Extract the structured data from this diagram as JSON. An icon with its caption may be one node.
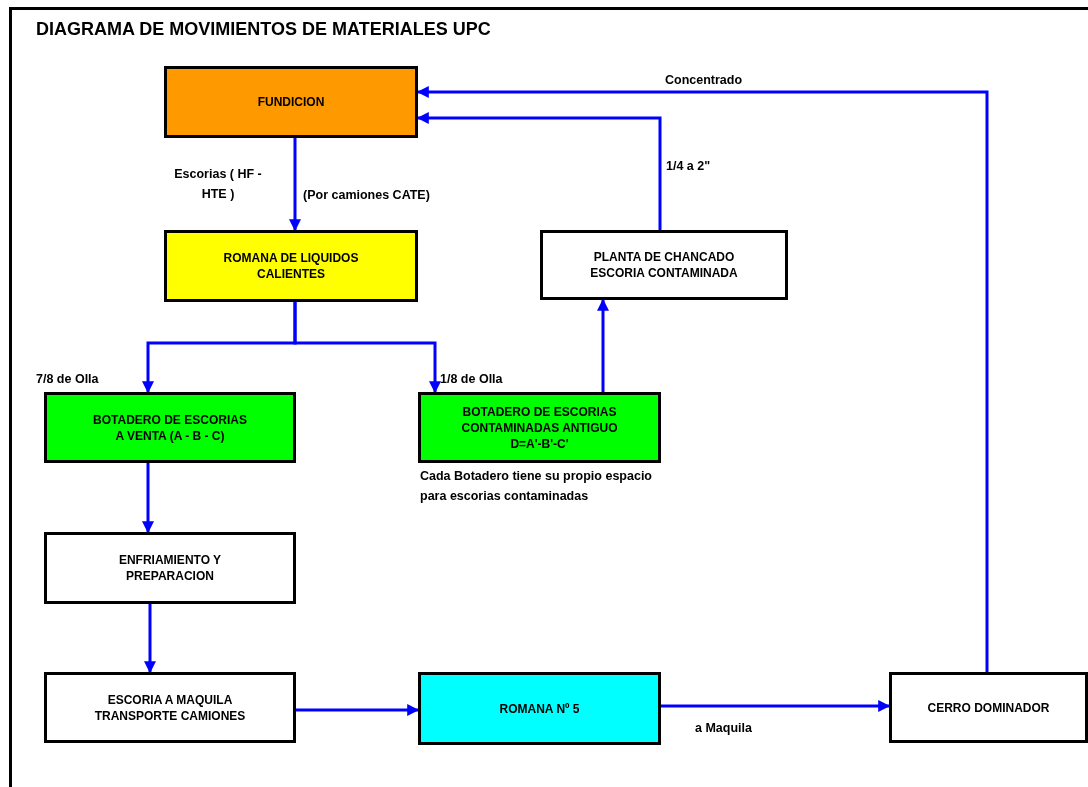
{
  "diagram": {
    "title": "DIAGRAMA DE MOVIMIENTOS DE MATERIALES UPC",
    "nodes": [
      {
        "text": [
          "FUNDICION"
        ]
      },
      {
        "text": [
          "ROMANA DE LIQUIDOS CALIENTES"
        ]
      },
      {
        "text": [
          "PLANTA DE CHANCADO ESCORIA CONTAMINADA"
        ]
      },
      {
        "text": [
          "BOTADERO DE ESCORIAS A VENTA (A - B - C)"
        ]
      },
      {
        "text": [
          "BOTADERO DE ESCORIAS CONTAMINADAS ANTIGUO D=A'-B'-C'"
        ],
        "beside": [
          "Cada Botadero tiene su propio espacio para escorias contaminadas"
        ]
      },
      {
        "text": [
          "ENFRIAMIENTO Y PREPARACION"
        ]
      },
      {
        "text": [
          "ESCORIA A MAQUILA TRANSPORTE CAMIONES"
        ]
      },
      {
        "text": [
          "ROMANA Nº 5"
        ]
      },
      {
        "text": [
          "CERRO DOMINADOR"
        ]
      }
    ],
    "edges": [
      {
        "from": 0,
        "to": 1,
        "arrow": "to",
        "label": "(Por camiones CATE)"
      },
      {
        "from": 1,
        "to": 3,
        "arrow": "to",
        "label": "7/8 de Olla"
      },
      {
        "from": 1,
        "to": 4,
        "arrow": "to",
        "label": "1/8 de Olla"
      },
      {
        "from": 4,
        "to": 2,
        "arrow": "to"
      },
      {
        "from": 2,
        "to": 0,
        "arrow": "to",
        "label": "1/4 a 2\""
      },
      {
        "from": 3,
        "to": 5,
        "arrow": "to"
      },
      {
        "from": 5,
        "to": 6,
        "arrow": "to"
      },
      {
        "from": 6,
        "to": 7,
        "arrow": "to"
      },
      {
        "from": 7,
        "to": 8,
        "arrow": "to",
        "label": "a Maquila"
      },
      {
        "from": 8,
        "to": 0,
        "arrow": "to",
        "label": "Concentrado"
      }
    ],
    "labels": [
      "Escorias ( HF - HTE )"
    ]
  }
}
